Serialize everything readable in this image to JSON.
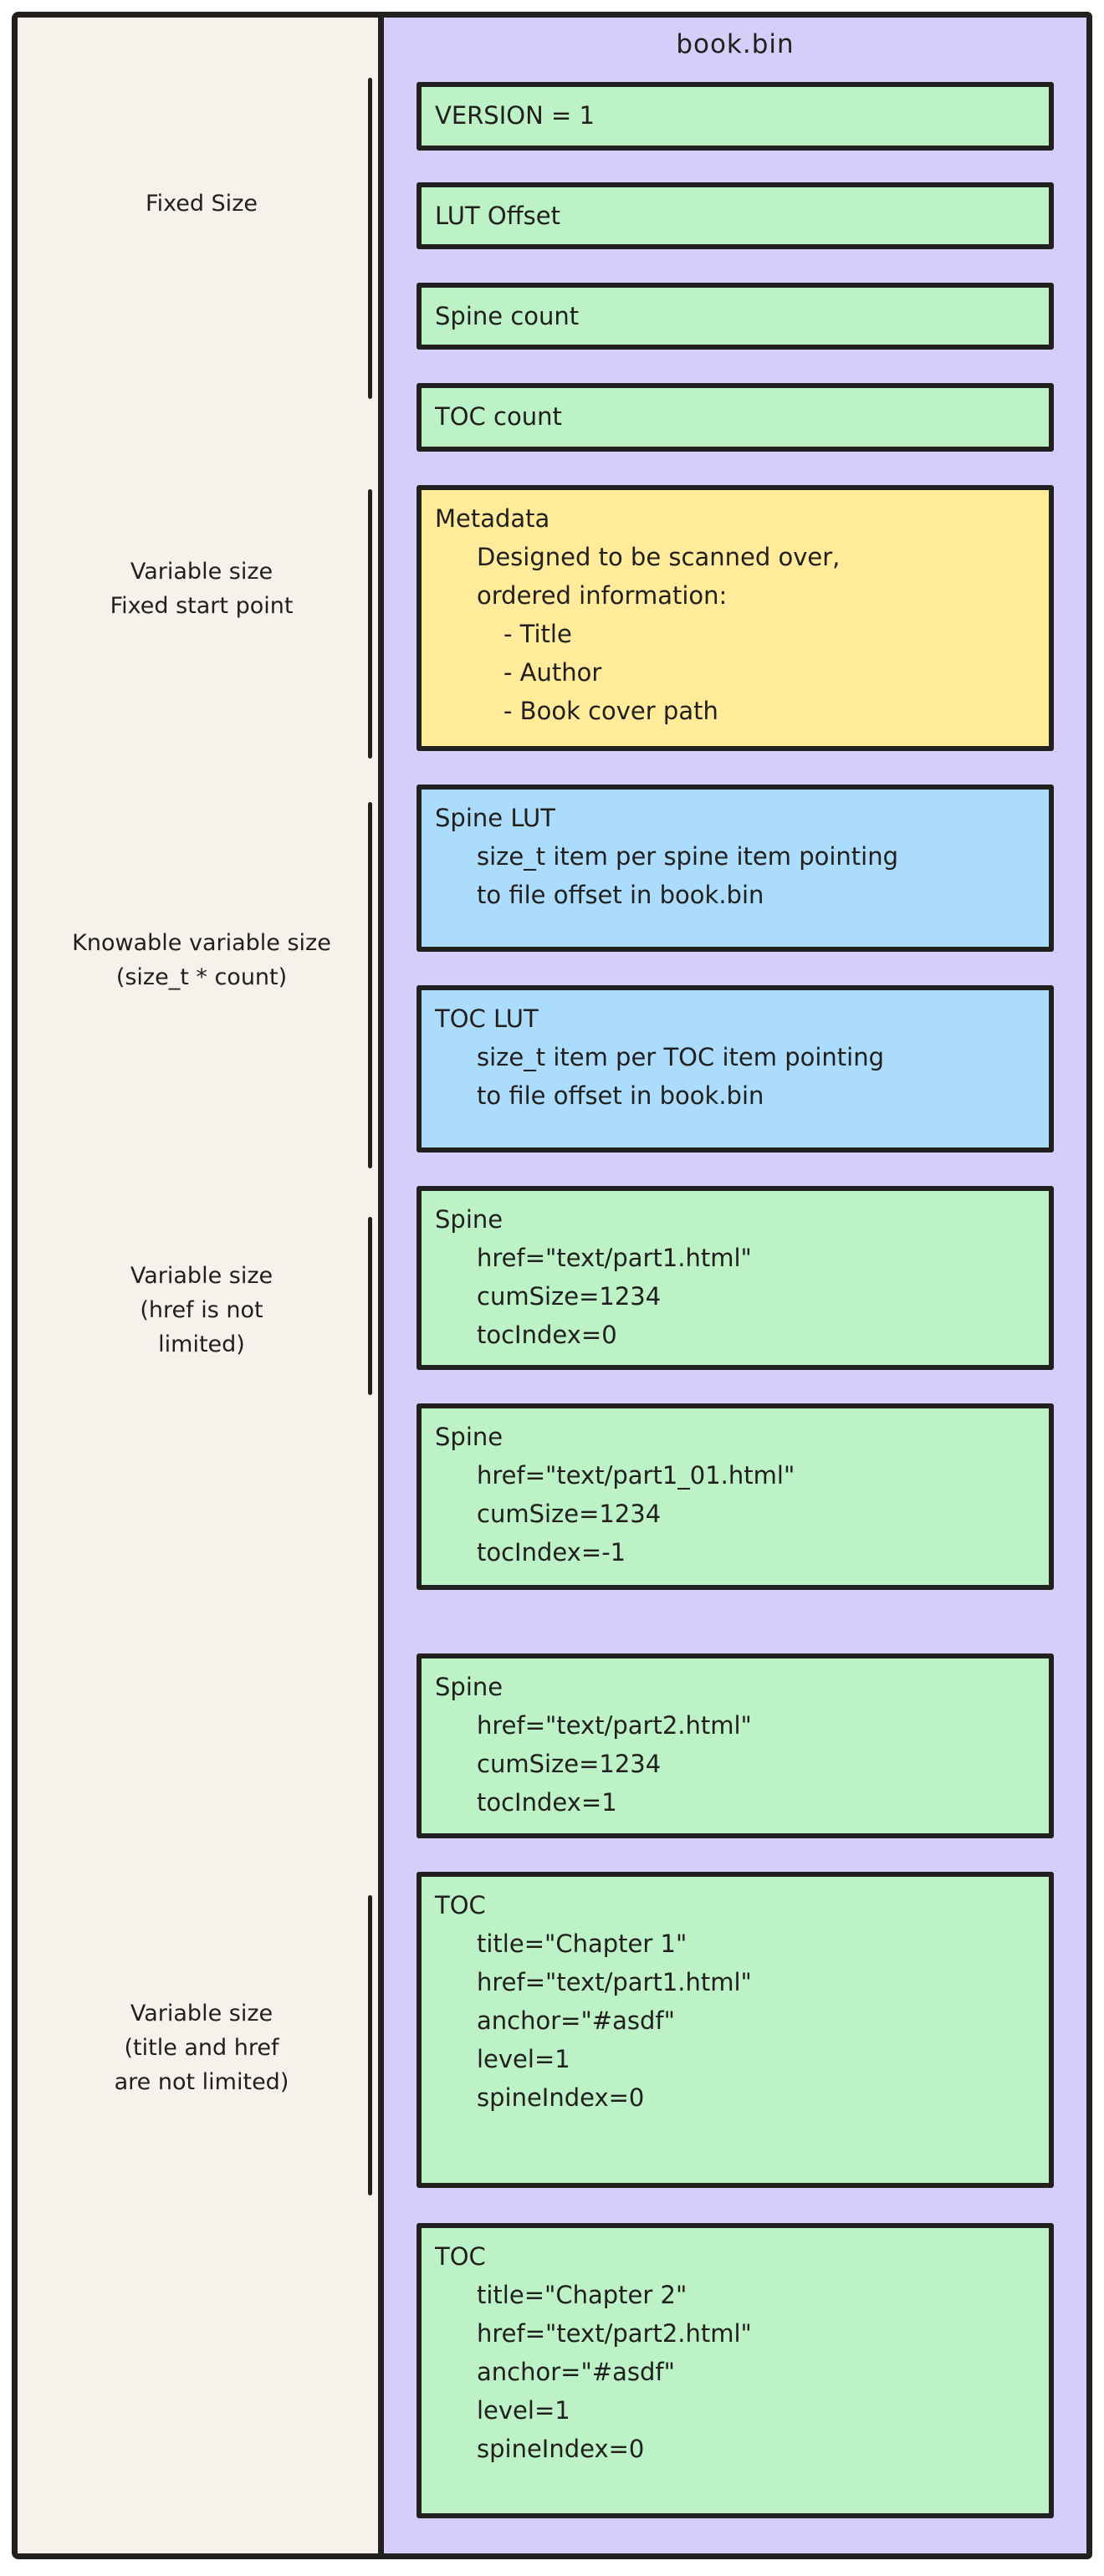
{
  "diagram": {
    "file_title": "book.bin",
    "side_labels": [
      {
        "lines": [
          "Fixed Size"
        ]
      },
      {
        "lines": [
          "Variable size",
          "Fixed start point"
        ]
      },
      {
        "lines": [
          "Knowable variable size",
          "(size_t * count)"
        ]
      },
      {
        "lines": [
          "Variable size",
          "(href is not",
          "limited)"
        ]
      },
      {
        "lines": [
          "Variable size",
          "(title and href",
          "are not limited)"
        ]
      }
    ],
    "blocks": [
      {
        "name": "version",
        "kind": "fixed-field",
        "lines": [
          "VERSION = 1"
        ]
      },
      {
        "name": "lut-offset",
        "kind": "fixed-field",
        "lines": [
          "LUT Offset"
        ]
      },
      {
        "name": "spine-count",
        "kind": "fixed-field",
        "lines": [
          "Spine count"
        ]
      },
      {
        "name": "toc-count",
        "kind": "fixed-field",
        "lines": [
          "TOC count"
        ]
      },
      {
        "name": "metadata",
        "kind": "metadata",
        "lines": [
          "Metadata",
          "Designed to be scanned over,",
          "ordered information:",
          "- Title",
          "- Author",
          "- Book cover path"
        ]
      },
      {
        "name": "spine-lut",
        "kind": "lut",
        "lines": [
          "Spine LUT",
          "size_t item per spine item pointing",
          "to file offset in book.bin"
        ]
      },
      {
        "name": "toc-lut",
        "kind": "lut",
        "lines": [
          "TOC LUT",
          "size_t item per TOC item pointing",
          "to file offset in book.bin"
        ]
      },
      {
        "name": "spine-1",
        "kind": "spine-record",
        "lines": [
          "Spine",
          "href=\"text/part1.html\"",
          "cumSize=1234",
          "tocIndex=0"
        ]
      },
      {
        "name": "spine-2",
        "kind": "spine-record",
        "lines": [
          "Spine",
          "href=\"text/part1_01.html\"",
          "cumSize=1234",
          "tocIndex=-1"
        ]
      },
      {
        "name": "spine-3",
        "kind": "spine-record",
        "lines": [
          "Spine",
          "href=\"text/part2.html\"",
          "cumSize=1234",
          "tocIndex=1"
        ]
      },
      {
        "name": "toc-1",
        "kind": "toc-record",
        "lines": [
          "TOC",
          "title=\"Chapter 1\"",
          "href=\"text/part1.html\"",
          "anchor=\"#asdf\"",
          "level=1",
          "spineIndex=0"
        ]
      },
      {
        "name": "toc-2",
        "kind": "toc-record",
        "lines": [
          "TOC",
          "title=\"Chapter 2\"",
          "href=\"text/part2.html\"",
          "anchor=\"#asdf\"",
          "level=1",
          "spineIndex=0"
        ]
      }
    ],
    "colors": {
      "canvas_fill": "#f7f1eb",
      "container_fill": "#d6cdf8",
      "fixed_field_fill": "#bdf2c7",
      "metadata_fill": "#ffeb99",
      "lut_fill": "#abdcfb",
      "stroke": "#21201f"
    }
  }
}
